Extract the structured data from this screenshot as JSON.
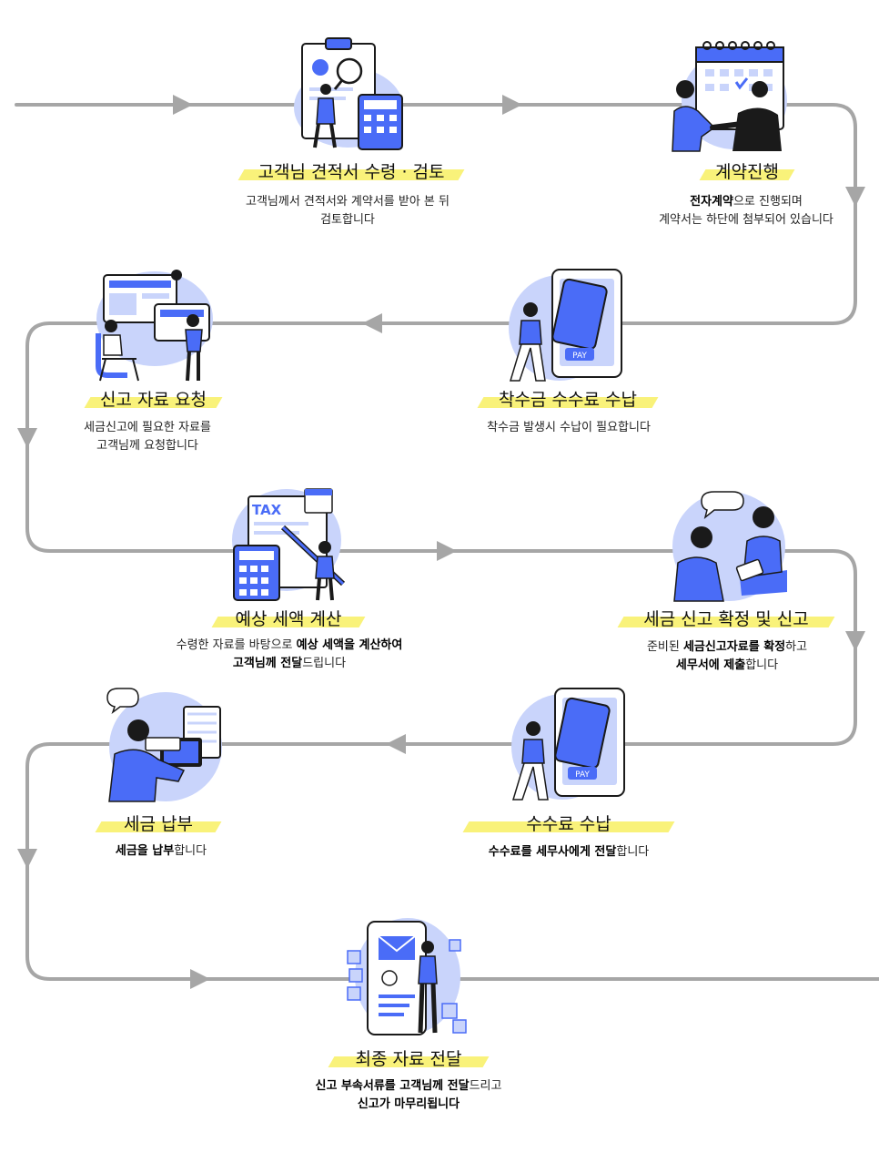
{
  "colors": {
    "line": "#a6a6a6",
    "accent": "#4a6cf7",
    "blob": "#c9d4fb",
    "highlight": "#f9f27a"
  },
  "steps": [
    {
      "title": "고객님 견적서 수령 · 검토",
      "icon": "document-review-icon",
      "desc": [
        [
          {
            "t": "고객님께서 견적서와 계약서를 받아 본 뒤",
            "b": false
          }
        ],
        [
          {
            "t": "검토합니다",
            "b": false
          }
        ]
      ]
    },
    {
      "title": "계약진행",
      "icon": "calendar-handshake-icon",
      "desc": [
        [
          {
            "t": "전자계약",
            "b": true
          },
          {
            "t": "으로 진행되며",
            "b": false
          }
        ],
        [
          {
            "t": "계약서는 하단에 첨부되어 있습니다",
            "b": false
          }
        ]
      ]
    },
    {
      "title": "착수금 수수료 수납",
      "icon": "mobile-payment-icon",
      "desc": [
        [
          {
            "t": "착수금 발생시 수납이 필요합니다",
            "b": false
          }
        ]
      ]
    },
    {
      "title": "신고 자료 요청",
      "icon": "team-request-icon",
      "desc": [
        [
          {
            "t": "세금신고에 필요한 자료를",
            "b": false
          }
        ],
        [
          {
            "t": "고객님께 요청합니다",
            "b": false
          }
        ]
      ]
    },
    {
      "title": "예상 세액 계산",
      "icon": "tax-calculator-icon",
      "desc": [
        [
          {
            "t": "수령한 자료를 바탕으로 ",
            "b": false
          },
          {
            "t": "예상 세액을 계산하여",
            "b": true
          }
        ],
        [
          {
            "t": "고객님께 전달",
            "b": true
          },
          {
            "t": "드립니다",
            "b": false
          }
        ]
      ]
    },
    {
      "title": "세금 신고 확정 및 신고",
      "icon": "consultation-icon",
      "desc": [
        [
          {
            "t": "준비된 ",
            "b": false
          },
          {
            "t": "세금신고자료를 확정",
            "b": true
          },
          {
            "t": "하고",
            "b": false
          }
        ],
        [
          {
            "t": "세무서에 제출",
            "b": true
          },
          {
            "t": "합니다",
            "b": false
          }
        ]
      ]
    },
    {
      "title": "세금 납부",
      "icon": "laptop-payment-icon",
      "desc": [
        [
          {
            "t": "세금을 납부",
            "b": true
          },
          {
            "t": "합니다",
            "b": false
          }
        ]
      ]
    },
    {
      "title": "수수료 수납",
      "icon": "mobile-payment-icon",
      "desc": [
        [
          {
            "t": "수수료를 세무사에게 전달",
            "b": true
          },
          {
            "t": "합니다",
            "b": false
          }
        ]
      ]
    },
    {
      "title": "최종 자료 전달",
      "icon": "mail-delivery-icon",
      "desc": [
        [
          {
            "t": "신고 부속서류를 고객님께 전달",
            "b": true
          },
          {
            "t": "드리고",
            "b": false
          }
        ],
        [
          {
            "t": "신고가 마무리됩니다",
            "b": true
          }
        ]
      ]
    }
  ]
}
